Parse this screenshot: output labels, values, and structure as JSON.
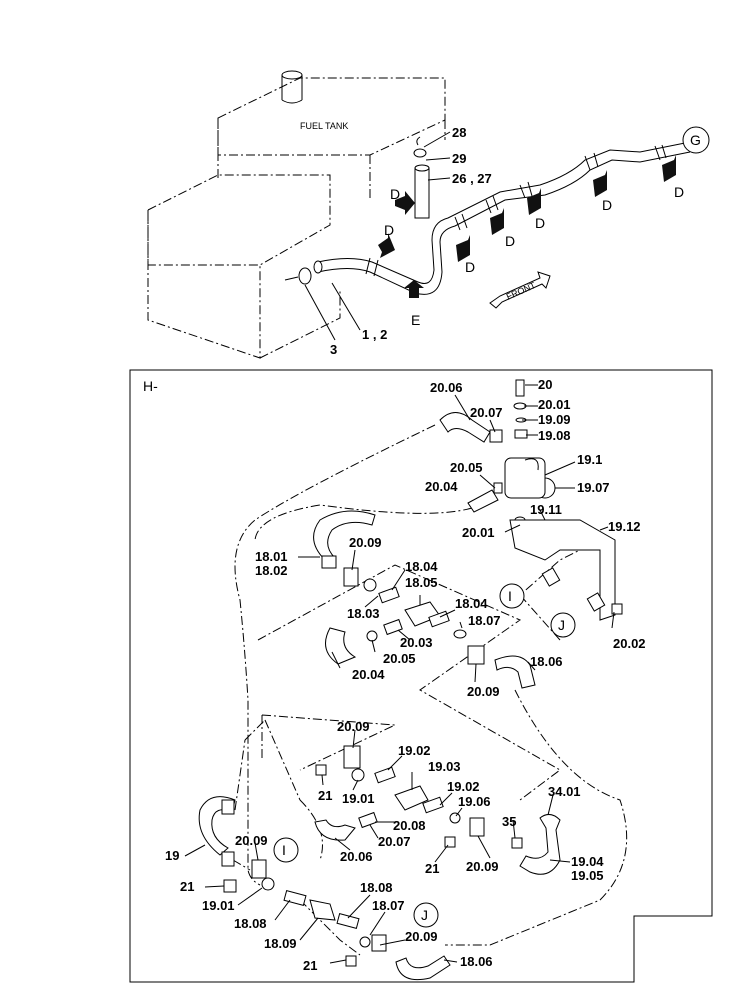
{
  "upper": {
    "tank_label": "FUEL TANK",
    "front_label": "FRONT",
    "callouts": {
      "c28": "28",
      "c29": "29",
      "c26_27": "26 , 27",
      "c1_2": "1 , 2",
      "c3": "3",
      "circle_g": "G",
      "e": "E"
    },
    "d_label": "D"
  },
  "detail": {
    "header": "H-",
    "circle_i": "I",
    "circle_j": "J",
    "labels": {
      "l20": "20",
      "l20_06a": "20.06",
      "l20_07a": "20.07",
      "l20_01a": "20.01",
      "l19_09": "19.09",
      "l19_08": "19.08",
      "l19_1": "19.1",
      "l19_07": "19.07",
      "l20_05a": "20.05",
      "l20_04a": "20.04",
      "l19_11": "19.11",
      "l20_01b": "20.01",
      "l19_12": "19.12",
      "l18_01": "18.01",
      "l18_02": "18.02",
      "l20_09a": "20.09",
      "l18_04a": "18.04",
      "l18_05": "18.05",
      "l18_03": "18.03",
      "l18_04b": "18.04",
      "l18_07a": "18.07",
      "l20_03": "20.03",
      "l20_05b": "20.05",
      "l20_04b": "20.04",
      "l20_02": "20.02",
      "l18_06a": "18.06",
      "l20_09b": "20.09",
      "l20_09c": "20.09",
      "l19_02a": "19.02",
      "l19_03": "19.03",
      "l21a": "21",
      "l19_01a": "19.01",
      "l19_02b": "19.02",
      "l19_06": "19.06",
      "l20_08": "20.08",
      "l20_07b": "20.07",
      "l20_06b": "20.06",
      "l34_01": "34.01",
      "l35": "35",
      "l21b": "21",
      "l20_09d": "20.09",
      "l19_04": "19.04",
      "l19_05": "19.05",
      "l19": "19",
      "l20_09e": "20.09",
      "l21c": "21",
      "l19_01b": "19.01",
      "l18_08a": "18.08",
      "l18_08b": "18.08",
      "l18_07b": "18.07",
      "l18_09": "18.09",
      "l20_09f": "20.09",
      "l18_06b": "18.06",
      "l21d": "21"
    }
  }
}
